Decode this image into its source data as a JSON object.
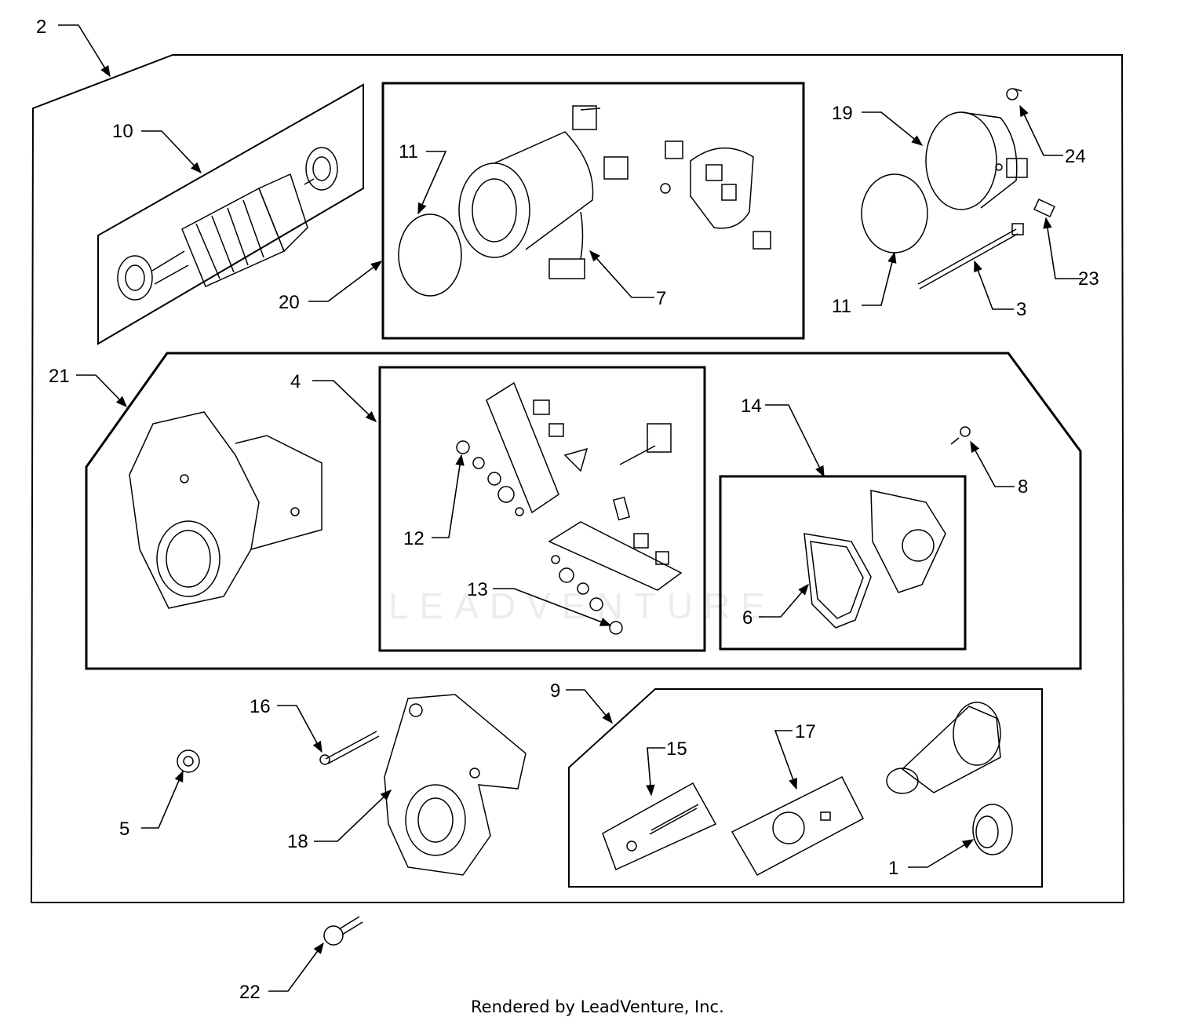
{
  "watermark": "LEADVENTURE",
  "footer": "Rendered by LeadVenture, Inc.",
  "callouts": {
    "c1": "1",
    "c2": "2",
    "c3": "3",
    "c4": "4",
    "c5": "5",
    "c6": "6",
    "c7": "7",
    "c8": "8",
    "c9": "9",
    "c10": "10",
    "c11a": "11",
    "c11b": "11",
    "c12": "12",
    "c13": "13",
    "c14": "14",
    "c15": "15",
    "c16": "16",
    "c17": "17",
    "c18": "18",
    "c19": "19",
    "c20": "20",
    "c21": "21",
    "c22": "22",
    "c23": "23",
    "c24": "24"
  }
}
